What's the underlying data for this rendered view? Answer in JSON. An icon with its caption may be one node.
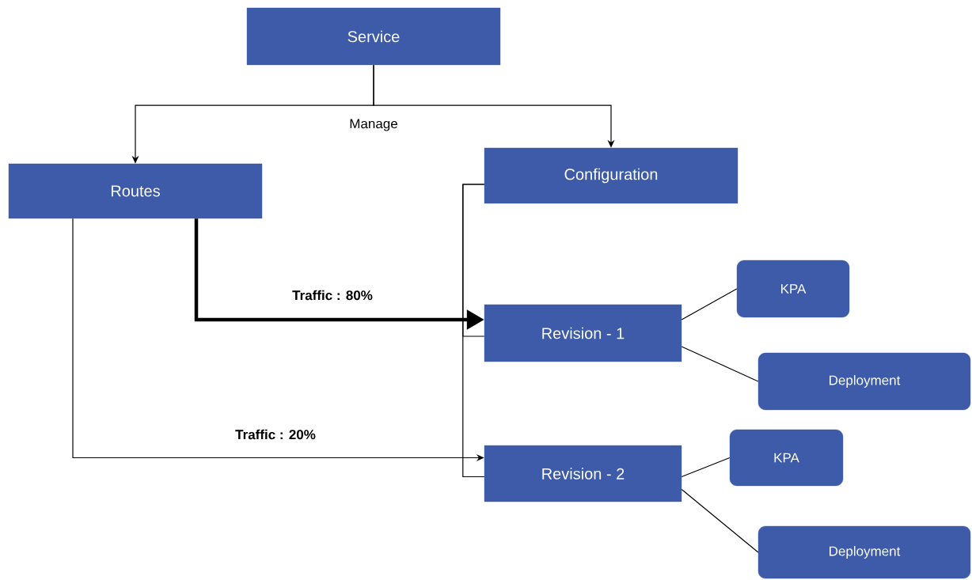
{
  "diagram": {
    "nodes": [
      {
        "text": [
          "Service"
        ]
      },
      {
        "text": [
          "Routes"
        ]
      },
      {
        "text": [
          "Configuration"
        ]
      },
      {
        "text": [
          "Revision - 1"
        ]
      },
      {
        "text": [
          "KPA"
        ]
      },
      {
        "text": [
          "Deployment"
        ]
      },
      {
        "text": [
          "Revision - 2"
        ]
      },
      {
        "text": [
          "KPA"
        ]
      },
      {
        "text": [
          "Deployment"
        ]
      }
    ],
    "edges": [
      {
        "from": 0,
        "to": 1,
        "arrow": "to",
        "label": "Manage"
      },
      {
        "from": 0,
        "to": 2,
        "arrow": "to"
      },
      {
        "from": 1,
        "to": 3,
        "arrow": "to",
        "style": "thick",
        "label": "Traffic : 80%"
      },
      {
        "from": 1,
        "to": 6,
        "arrow": "to",
        "label": "Traffic : 20%"
      },
      {
        "from": 2,
        "to": 3,
        "arrow": "none"
      },
      {
        "from": 2,
        "to": 6,
        "arrow": "none"
      },
      {
        "from": 3,
        "to": 4,
        "arrow": "none"
      },
      {
        "from": 3,
        "to": 5,
        "arrow": "none"
      },
      {
        "from": 6,
        "to": 7,
        "arrow": "none"
      },
      {
        "from": 6,
        "to": 8,
        "arrow": "none"
      }
    ]
  }
}
